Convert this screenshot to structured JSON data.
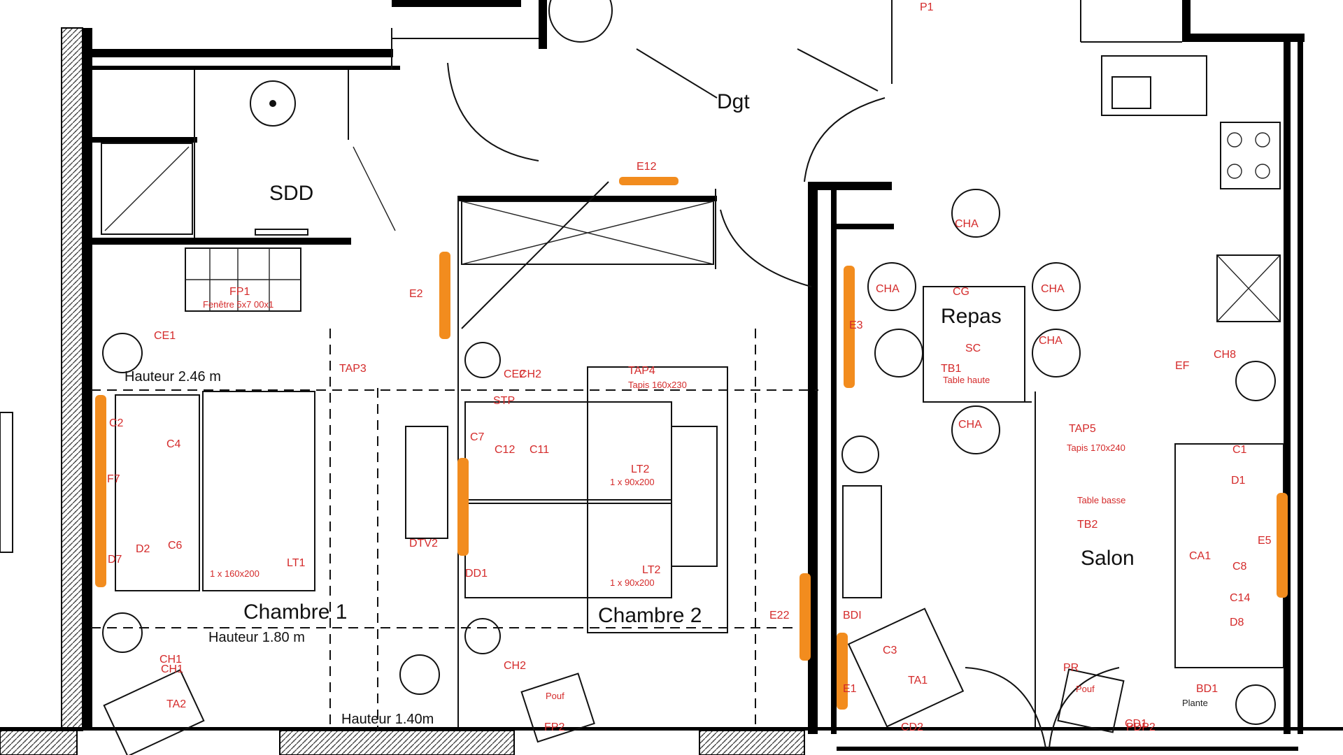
{
  "rooms": {
    "sdd": "SDD",
    "dgt": "Dgt",
    "chambre1": "Chambre 1",
    "chambre2": "Chambre 2",
    "repas": "Repas",
    "salon": "Salon"
  },
  "heights": {
    "chambre1_top": "Hauteur 2.46 m",
    "chambre1_bottom": "Hauteur 1.80 m",
    "bottom": "Hauteur 1.40m"
  },
  "labels": {
    "e12": "E12",
    "e2": "E2",
    "e3": "E3",
    "e5": "E5",
    "e1": "E1",
    "e22": "E22",
    "p1": "P1",
    "tap3": "TAP3",
    "tap4": "TAP4",
    "tap5": "TAP5",
    "ch1": "CH1",
    "ch2": "CH2",
    "ce1": "CE1",
    "ce2": "CE2",
    "cha_top": "CHA",
    "cha_left": "CHA",
    "cha_right": "CHA",
    "cha_rbot": "CHA",
    "cha_bot": "CHA",
    "lt1": "LT1",
    "lt2a": "LT2",
    "lt2b": "LT2",
    "lt2a_dim": "1 x 90x200",
    "lt2b_dim": "1 x 90x200",
    "lt1_dim": "1 x 160x200",
    "tb2": "TB2",
    "tb1": "TB1",
    "ta1": "TA1",
    "ta2": "TA2",
    "ca1": "CA1",
    "c1": "C1",
    "c2": "C2",
    "c3": "C3",
    "c4": "C4",
    "c6": "C6",
    "c7": "C7",
    "c8": "C8",
    "c11": "C11",
    "c12": "C12",
    "c14": "C14",
    "cd1": "CD1",
    "cd2": "CD2",
    "d1": "D1",
    "d2": "D2",
    "d7": "D7",
    "d8": "D8",
    "dd1": "DD1",
    "dtv2": "DTV2",
    "fp1": "FP1",
    "fp2": "FP2",
    "bdi": "BDI",
    "bd1": "BD1",
    "pdp2": "PDP2",
    "pr": "PR",
    "ch1b": "CH1",
    "ch2b": "CH2",
    "f7": "F7",
    "stp": "STP",
    "ch8": "CH8",
    "ef": "EF",
    "cg": "CG",
    "sc": "SC",
    "fp1_note": "Fenêtre 5x7 00x1",
    "tap4_note": "Tapis 160x230",
    "tap5_note": "Tapis 170x240",
    "tb1_note": "Table haute",
    "tb2_note": "Table basse",
    "pouf_note": "Pouf",
    "plant_note": "Plante"
  }
}
